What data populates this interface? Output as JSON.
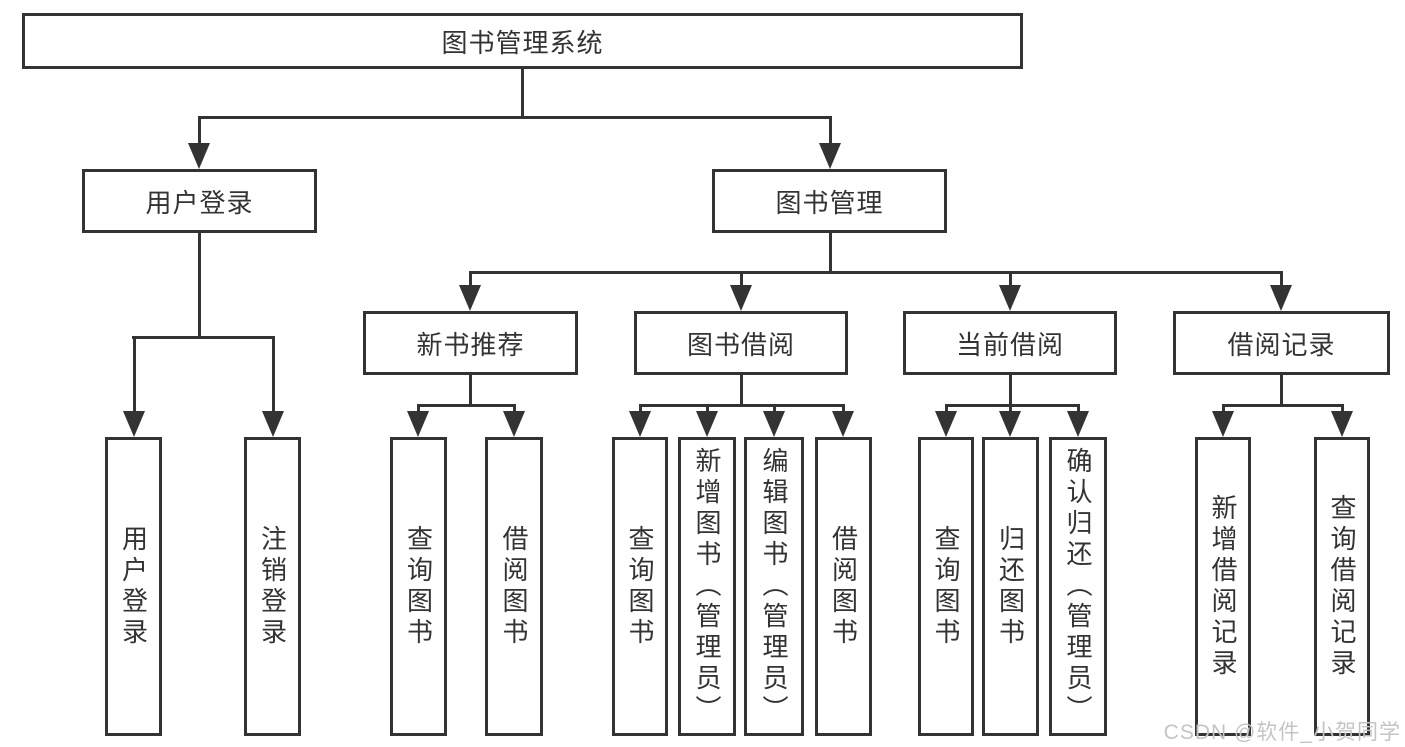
{
  "nodes": {
    "root": "图书管理系统",
    "user_login": "用户登录",
    "book_mgmt": "图书管理",
    "new_book_rec": "新书推荐",
    "book_borrow": "图书借阅",
    "current_borrow": "当前借阅",
    "borrow_record": "借阅记录",
    "leaf_user_login": "用户登录",
    "leaf_logout": "注销登录",
    "rec_query_book": "查询图书",
    "rec_borrow_book": "借阅图书",
    "bb_query_book": "查询图书",
    "bb_add_book": "新增图书（管理员）",
    "bb_edit_book": "编辑图书（管理员）",
    "bb_borrow_book": "借阅图书",
    "cb_query_book": "查询图书",
    "cb_return_book": "归还图书",
    "cb_confirm_return": "确认归还（管理员）",
    "br_add_record": "新增借阅记录",
    "br_query_record": "查询借阅记录"
  },
  "hierarchy": {
    "图书管理系统": {
      "用户登录": [
        "用户登录",
        "注销登录"
      ],
      "图书管理": {
        "新书推荐": [
          "查询图书",
          "借阅图书"
        ],
        "图书借阅": [
          "查询图书",
          "新增图书（管理员）",
          "编辑图书（管理员）",
          "借阅图书"
        ],
        "当前借阅": [
          "查询图书",
          "归还图书",
          "确认归还（管理员）"
        ],
        "借阅记录": [
          "新增借阅记录",
          "查询借阅记录"
        ]
      }
    }
  },
  "watermark": "CSDN @软件_小贺同学",
  "colors": {
    "line": "#333333",
    "text": "#333333",
    "watermark": "#c6c3c3",
    "background": "#ffffff"
  }
}
